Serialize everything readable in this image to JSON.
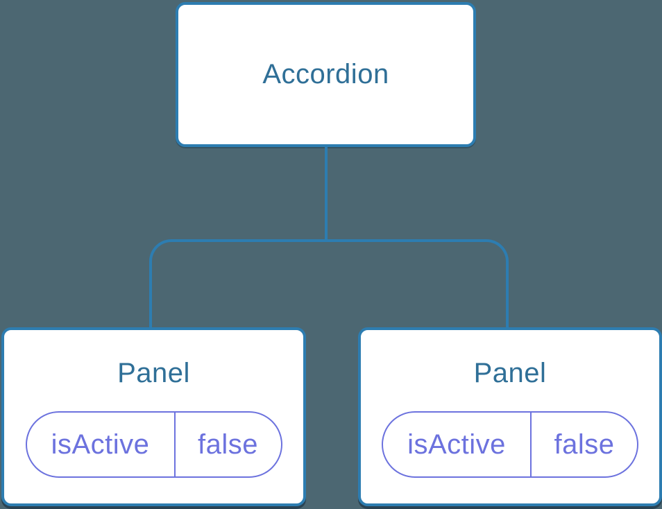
{
  "diagram": {
    "kind": "component-tree",
    "root": {
      "label": "Accordion"
    },
    "children": [
      {
        "label": "Panel",
        "props": [
          {
            "name": "isActive",
            "value": "false"
          }
        ]
      },
      {
        "label": "Panel",
        "props": [
          {
            "name": "isActive",
            "value": "false"
          }
        ]
      }
    ]
  },
  "colors": {
    "background": "#4C6772",
    "node_fill": "#FFFFFF",
    "node_border": "#2D7DB1",
    "node_label": "#2F6F97",
    "connector": "#2D7DB1",
    "prop_border": "#6C72DE",
    "prop_text": "#6C72DE",
    "panel_bottom_shadow": "#25455C"
  }
}
